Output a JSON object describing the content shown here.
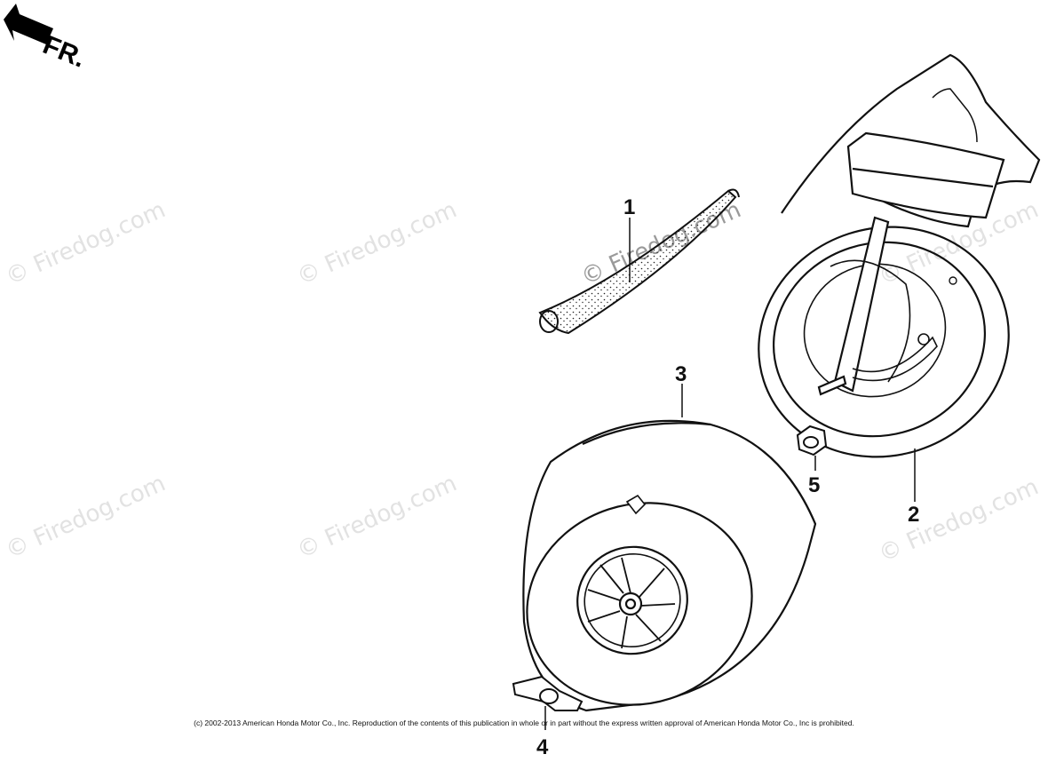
{
  "direction_label": "FR.",
  "watermark_text": "© Firedog.com",
  "parts": [
    {
      "number": "1",
      "name": "seal-strip"
    },
    {
      "number": "2",
      "name": "air-cleaner-case"
    },
    {
      "number": "3",
      "name": "air-cleaner-cover"
    },
    {
      "number": "4",
      "name": "wing-nut"
    },
    {
      "number": "5",
      "name": "flange-nut"
    }
  ],
  "copyright": "(c) 2002-2013 American Honda Motor Co., Inc. Reproduction of the contents of this publication in whole or in part without the express written approval of American Honda Motor Co., Inc is prohibited."
}
